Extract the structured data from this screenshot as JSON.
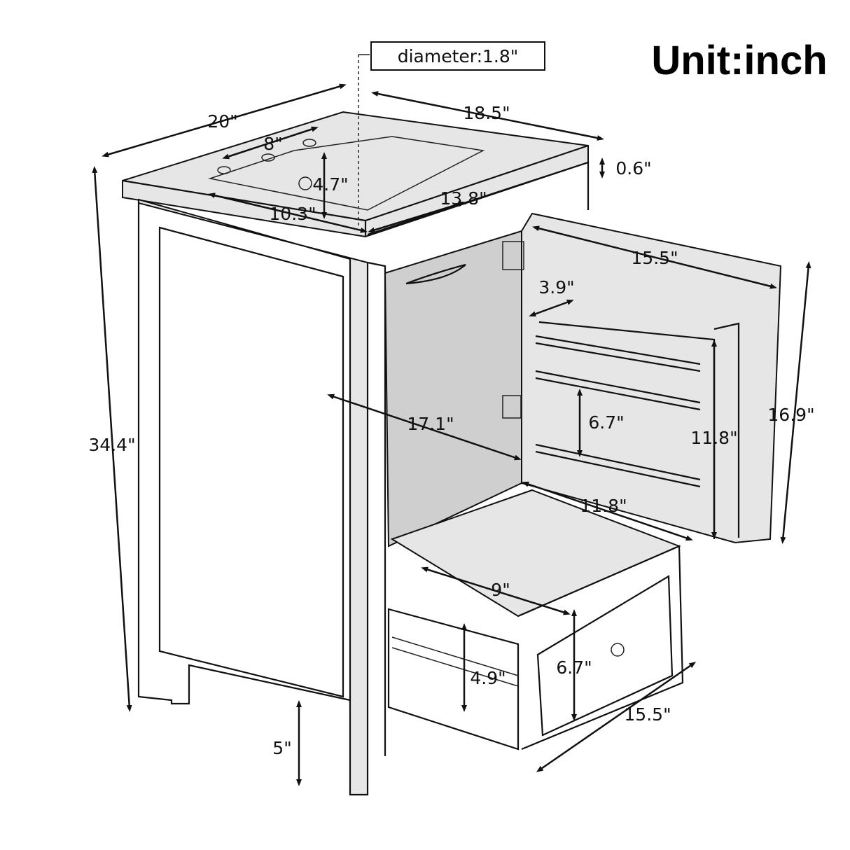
{
  "unit_label": "Unit:inch",
  "callout": "diameter:1.8\"",
  "dimensions": {
    "top_width": "20\"",
    "top_depth": "18.5\"",
    "faucet_spread": "8\"",
    "basin_depth": "4.7\"",
    "top_thickness": "0.6\"",
    "basin_length": "13.8\"",
    "basin_width": "10.3\"",
    "door_width": "15.5\"",
    "door_to_shelf": "3.9\"",
    "total_height": "34.4\"",
    "interior_depth": "17.1\"",
    "shelf_spacing": "6.7\"",
    "rack_height": "11.8\"",
    "door_height": "16.9\"",
    "rack_width": "11.8\"",
    "drawer_interior": "9\"",
    "drawer_front_height": "6.7\"",
    "drawer_depth": "4.9\"",
    "drawer_width": "15.5\"",
    "leg_height": "5\""
  }
}
